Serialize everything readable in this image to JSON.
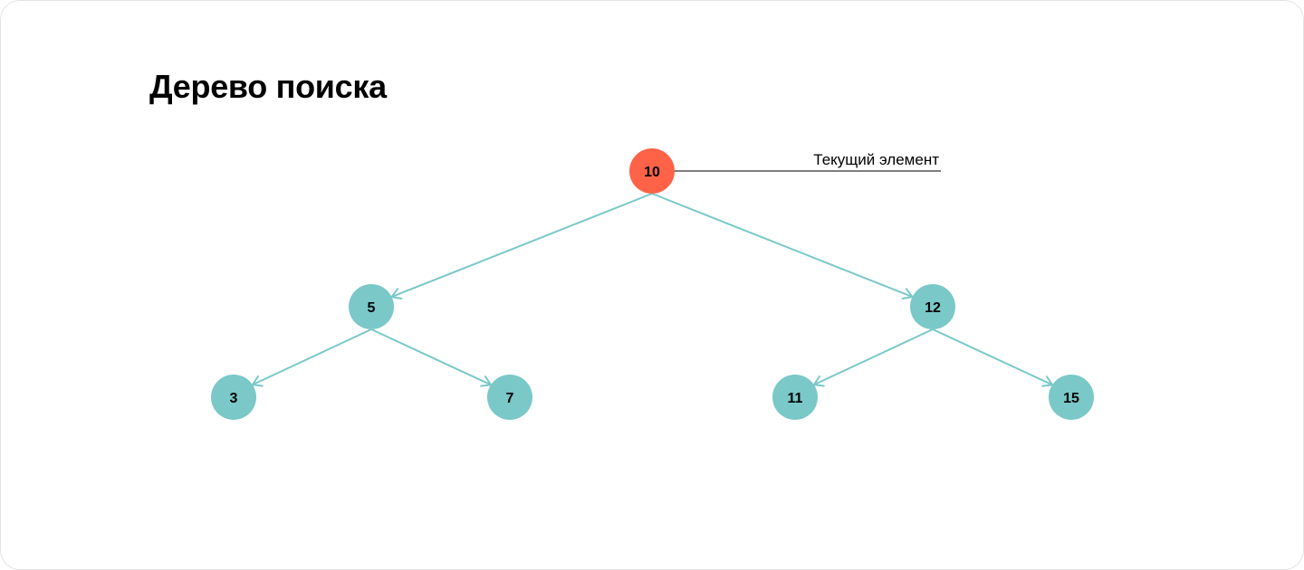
{
  "title": "Дерево поиска",
  "colors": {
    "current": "#ff6347",
    "node": "#7ac8c8",
    "edge": "#7ac8c8",
    "callout_line": "#555555",
    "text": "#000000"
  },
  "nodes": [
    {
      "id": "n10",
      "label": "10",
      "current": true
    },
    {
      "id": "n5",
      "label": "5"
    },
    {
      "id": "n12",
      "label": "12"
    },
    {
      "id": "n3",
      "label": "3"
    },
    {
      "id": "n7",
      "label": "7"
    },
    {
      "id": "n11",
      "label": "11"
    },
    {
      "id": "n15",
      "label": "15"
    }
  ],
  "edges": [
    {
      "from": "n10",
      "to": "n5"
    },
    {
      "from": "n10",
      "to": "n12"
    },
    {
      "from": "n5",
      "to": "n3"
    },
    {
      "from": "n5",
      "to": "n7"
    },
    {
      "from": "n12",
      "to": "n11"
    },
    {
      "from": "n12",
      "to": "n15"
    }
  ],
  "callout": {
    "label": "Текущий элемент",
    "node": "n10"
  }
}
